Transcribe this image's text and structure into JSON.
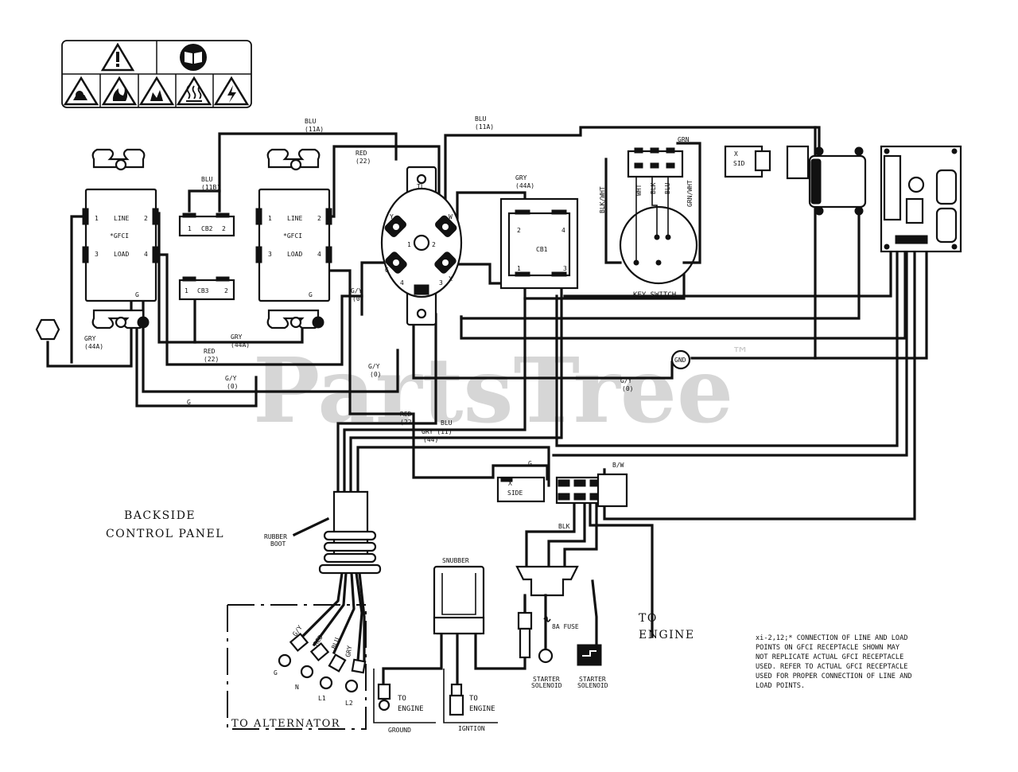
{
  "watermark": {
    "text": "PartsTree",
    "tm": "™"
  },
  "panel": {
    "line1": "BACKSIDE",
    "line2": "CONTROL PANEL"
  },
  "gfci_left": {
    "line": "LINE",
    "gfci": "*GFCI",
    "load": "LOAD",
    "t1": "1",
    "t2": "2",
    "t3": "3",
    "t4": "4",
    "g": "G"
  },
  "gfci_right": {
    "line": "LINE",
    "gfci": "*GFCI",
    "load": "LOAD",
    "t1": "1",
    "t2": "2",
    "t3": "3",
    "t4": "4",
    "g": "G"
  },
  "cb2": {
    "name": "CB2",
    "t1": "1",
    "t2": "2"
  },
  "cb3": {
    "name": "CB3",
    "t1": "1",
    "t2": "2"
  },
  "cb1": {
    "name": "CB1",
    "t1": "1",
    "t2": "2",
    "t3": "3",
    "t4": "4"
  },
  "twistlock": {
    "tl": "TL",
    "y": "Y",
    "w": "W",
    "g": "G",
    "x": "X",
    "n1": "1",
    "n2": "2",
    "n3": "3",
    "n4": "4"
  },
  "wire_labels": {
    "blu11a_top_a": "BLU",
    "blu11a_top_b": "(11A)",
    "blu11a_right_a": "BLU",
    "blu11a_right_b": "(11A)",
    "blu11b_a": "BLU",
    "blu11b_b": "(11B)",
    "red22_top_a": "RED",
    "red22_top_b": "(22)",
    "gry44a_cb1_a": "GRY",
    "gry44a_cb1_b": "(44A)",
    "gy0_twist_a": "G/Y",
    "gy0_twist_b": "(0)",
    "gry44a_left_a": "GRY",
    "gry44a_left_b": "(44A)",
    "gry44a_mid_a": "GRY",
    "gry44a_mid_b": "(44A)",
    "red22_mid_a": "RED",
    "red22_mid_b": "(22)",
    "gy0_mid_a": "G/Y",
    "gy0_mid_b": "(0)",
    "gy0_center_a": "G/Y",
    "gy0_center_b": "(0)",
    "gy0_right_a": "G/Y",
    "gy0_right_b": "(0)",
    "g_bottom": "G",
    "red22_harness_a": "RED",
    "red22_harness_b": "(22)",
    "blu11_a": "BLU",
    "gry11_b": "GRY (11)",
    "gry44_c": "(44)",
    "g_conn": "G",
    "bw": "B/W",
    "blk": "BLK",
    "grn": "GRN",
    "blk_wht": "BLK/WHT",
    "wht": "WHT",
    "blk_ks": "BLK",
    "blu_ks": "BLU",
    "grn_wht": "GRN/WHT"
  },
  "key_switch": "KEY SWITCH",
  "gnd": "GND",
  "rubber_boot_a": "RUBBER",
  "rubber_boot_b": "BOOT",
  "snubber": "SNUBBER",
  "fuse": "8A FUSE",
  "starter1_a": "STARTER",
  "starter1_b": "SOLENOID",
  "starter2_a": "STARTER",
  "starter2_b": "SOLENOID",
  "to_engine_main_a": "TO",
  "to_engine_main_b": "ENGINE",
  "to_engine_ground_a": "TO",
  "to_engine_ground_b": "ENGINE",
  "ground": "GROUND",
  "to_engine_ign_a": "TO",
  "to_engine_ign_b": "ENGINE",
  "ignition": "IGNTION",
  "to_alternator": "TO ALTERNATOR",
  "alt_wires": {
    "g": "G",
    "n": "N",
    "l1": "L1",
    "l2": "L2",
    "gy": "G/Y",
    "red": "RED",
    "blu": "BLU",
    "gry": "GRY"
  },
  "side_conn": "SIDE",
  "side_conn_top": "X",
  "sid_conn": "SID",
  "sid_conn_top": "X",
  "note_lines": [
    "xi-2,12;* CONNECTION OF LINE AND LOAD",
    "POINTS  ON GFCI  RECEPTACLE SHOWN MAY",
    "NOT REPLICATE ACTUAL GFCI RECEPTACLE",
    "USED.  REFER TO ACTUAL GFCI RECEPTACLE",
    "USED FOR PROPER CONNECTION OF LINE AND",
    "LOAD POINTS."
  ]
}
